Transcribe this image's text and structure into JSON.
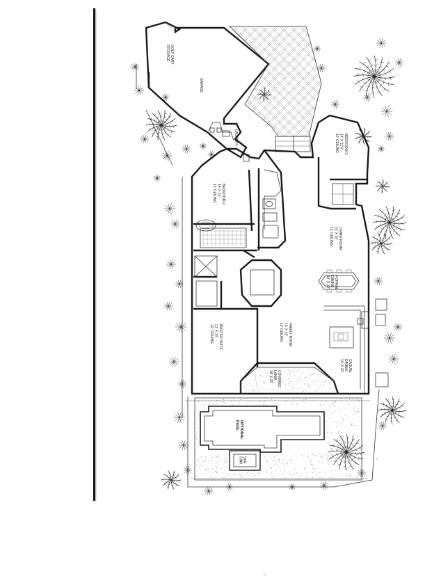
{
  "rooms": [
    {
      "id": "golf",
      "lines": [
        "GOLF CART",
        "STORAGE"
      ]
    },
    {
      "id": "garage",
      "lines": [
        "GARAGE"
      ]
    },
    {
      "id": "laundry",
      "lines": [
        "LAUNDRY"
      ]
    },
    {
      "id": "bedroom2",
      "lines": [
        "BEDROOM 2",
        "16' X 13'",
        "12' CEILING"
      ]
    },
    {
      "id": "bedroom3",
      "lines": [
        "BEDROOM 3",
        "14' X 12'6\"",
        "10' CEILING"
      ]
    },
    {
      "id": "living",
      "lines": [
        "LIVING ROOM",
        "22' X 20'",
        "12' CEILING"
      ]
    },
    {
      "id": "dining",
      "lines": [
        "FORMAL",
        "DINING",
        "14' X 12'"
      ]
    },
    {
      "id": "master",
      "lines": [
        "MASTER SUITE",
        "21' X 14'",
        "12' CEILING"
      ]
    },
    {
      "id": "family",
      "lines": [
        "FAMILY ROOM",
        "16' X 19'",
        "12' CEILING"
      ]
    },
    {
      "id": "casual",
      "lines": [
        "CASUAL",
        "DINING",
        "14' X 10'"
      ]
    },
    {
      "id": "lanai",
      "lines": [
        "COVERED",
        "LANAI",
        "18' X 10'"
      ]
    },
    {
      "id": "pool",
      "lines": [
        "OPTIONAL",
        "POOL"
      ]
    },
    {
      "id": "spa",
      "lines": [
        "SPA",
        "SINK"
      ]
    }
  ],
  "colors": {
    "paper": "#ffffff",
    "ink": "#1a1a1a",
    "binding": "#111111"
  }
}
